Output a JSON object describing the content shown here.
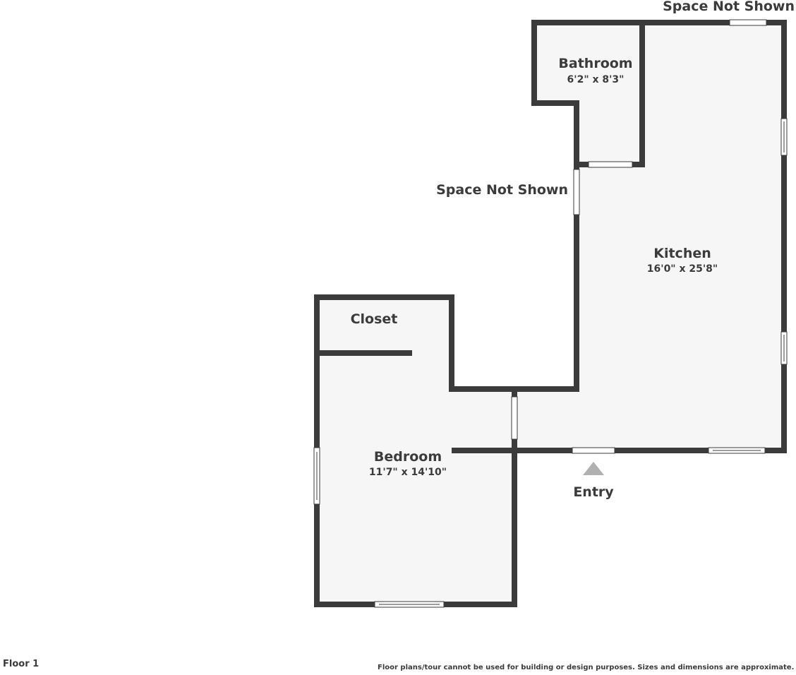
{
  "floor_label": "Floor 1",
  "disclaimer": "Floor plans/tour cannot be used for building or design purposes. Sizes and dimensions are approximate.",
  "rooms": {
    "bathroom": {
      "name": "Bathroom",
      "dims": "6'2\" x 8'3\""
    },
    "kitchen": {
      "name": "Kitchen",
      "dims": "16'0\" x 25'8\""
    },
    "closet": {
      "name": "Closet"
    },
    "bedroom": {
      "name": "Bedroom",
      "dims": "11'7\" x 14'10\""
    }
  },
  "labels": {
    "space_not_shown_top": "Space Not Shown",
    "space_not_shown_left": "Space Not Shown",
    "entry": "Entry"
  },
  "colors": {
    "wall": "#3b3b3b",
    "floor": "#f6f6f6",
    "entry_marker": "#b0b0b0",
    "text": "#3b3b3b"
  }
}
